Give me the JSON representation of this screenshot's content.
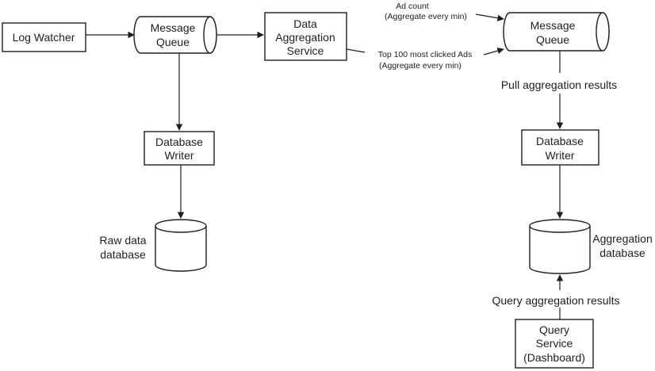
{
  "nodes": {
    "log_watcher": {
      "label": "Log Watcher"
    },
    "message_queue_left": {
      "line1": "Message",
      "line2": "Queue"
    },
    "data_aggregation_service": {
      "line1": "Data",
      "line2": "Aggregation",
      "line3": "Service"
    },
    "message_queue_right": {
      "line1": "Message",
      "line2": "Queue"
    },
    "database_writer_left": {
      "line1": "Database",
      "line2": "Writer"
    },
    "database_writer_right": {
      "line1": "Database",
      "line2": "Writer"
    },
    "raw_data_database": {
      "line1": "Raw data",
      "line2": "database"
    },
    "aggregation_database": {
      "line1": "Aggregation",
      "line2": "database"
    },
    "query_service": {
      "line1": "Query",
      "line2": "Service",
      "line3": "(Dashboard)"
    }
  },
  "edges": {
    "ad_count": {
      "line1": "Ad count",
      "line2": "(Aggregate every min)"
    },
    "top_100": {
      "line1": "Top 100 most clicked Ads",
      "line2": "(Aggregate every min)"
    },
    "pull_results": {
      "label": "Pull aggregation results"
    },
    "query_results": {
      "label": "Query aggregation results"
    }
  },
  "colors": {
    "stroke": "#1e1e1e",
    "background": "#ffffff"
  }
}
